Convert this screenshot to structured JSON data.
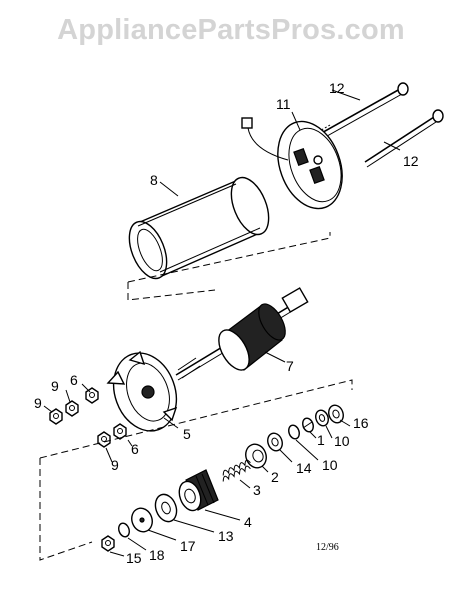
{
  "watermark": "AppliancePartsPros.com",
  "date_code": "12/96",
  "callouts": [
    "12",
    "11",
    "12",
    "8",
    "7",
    "6",
    "9",
    "9",
    "5",
    "6",
    "9",
    "16",
    "1",
    "10",
    "10",
    "14",
    "2",
    "3",
    "4",
    "13",
    "17",
    "18",
    "15"
  ]
}
